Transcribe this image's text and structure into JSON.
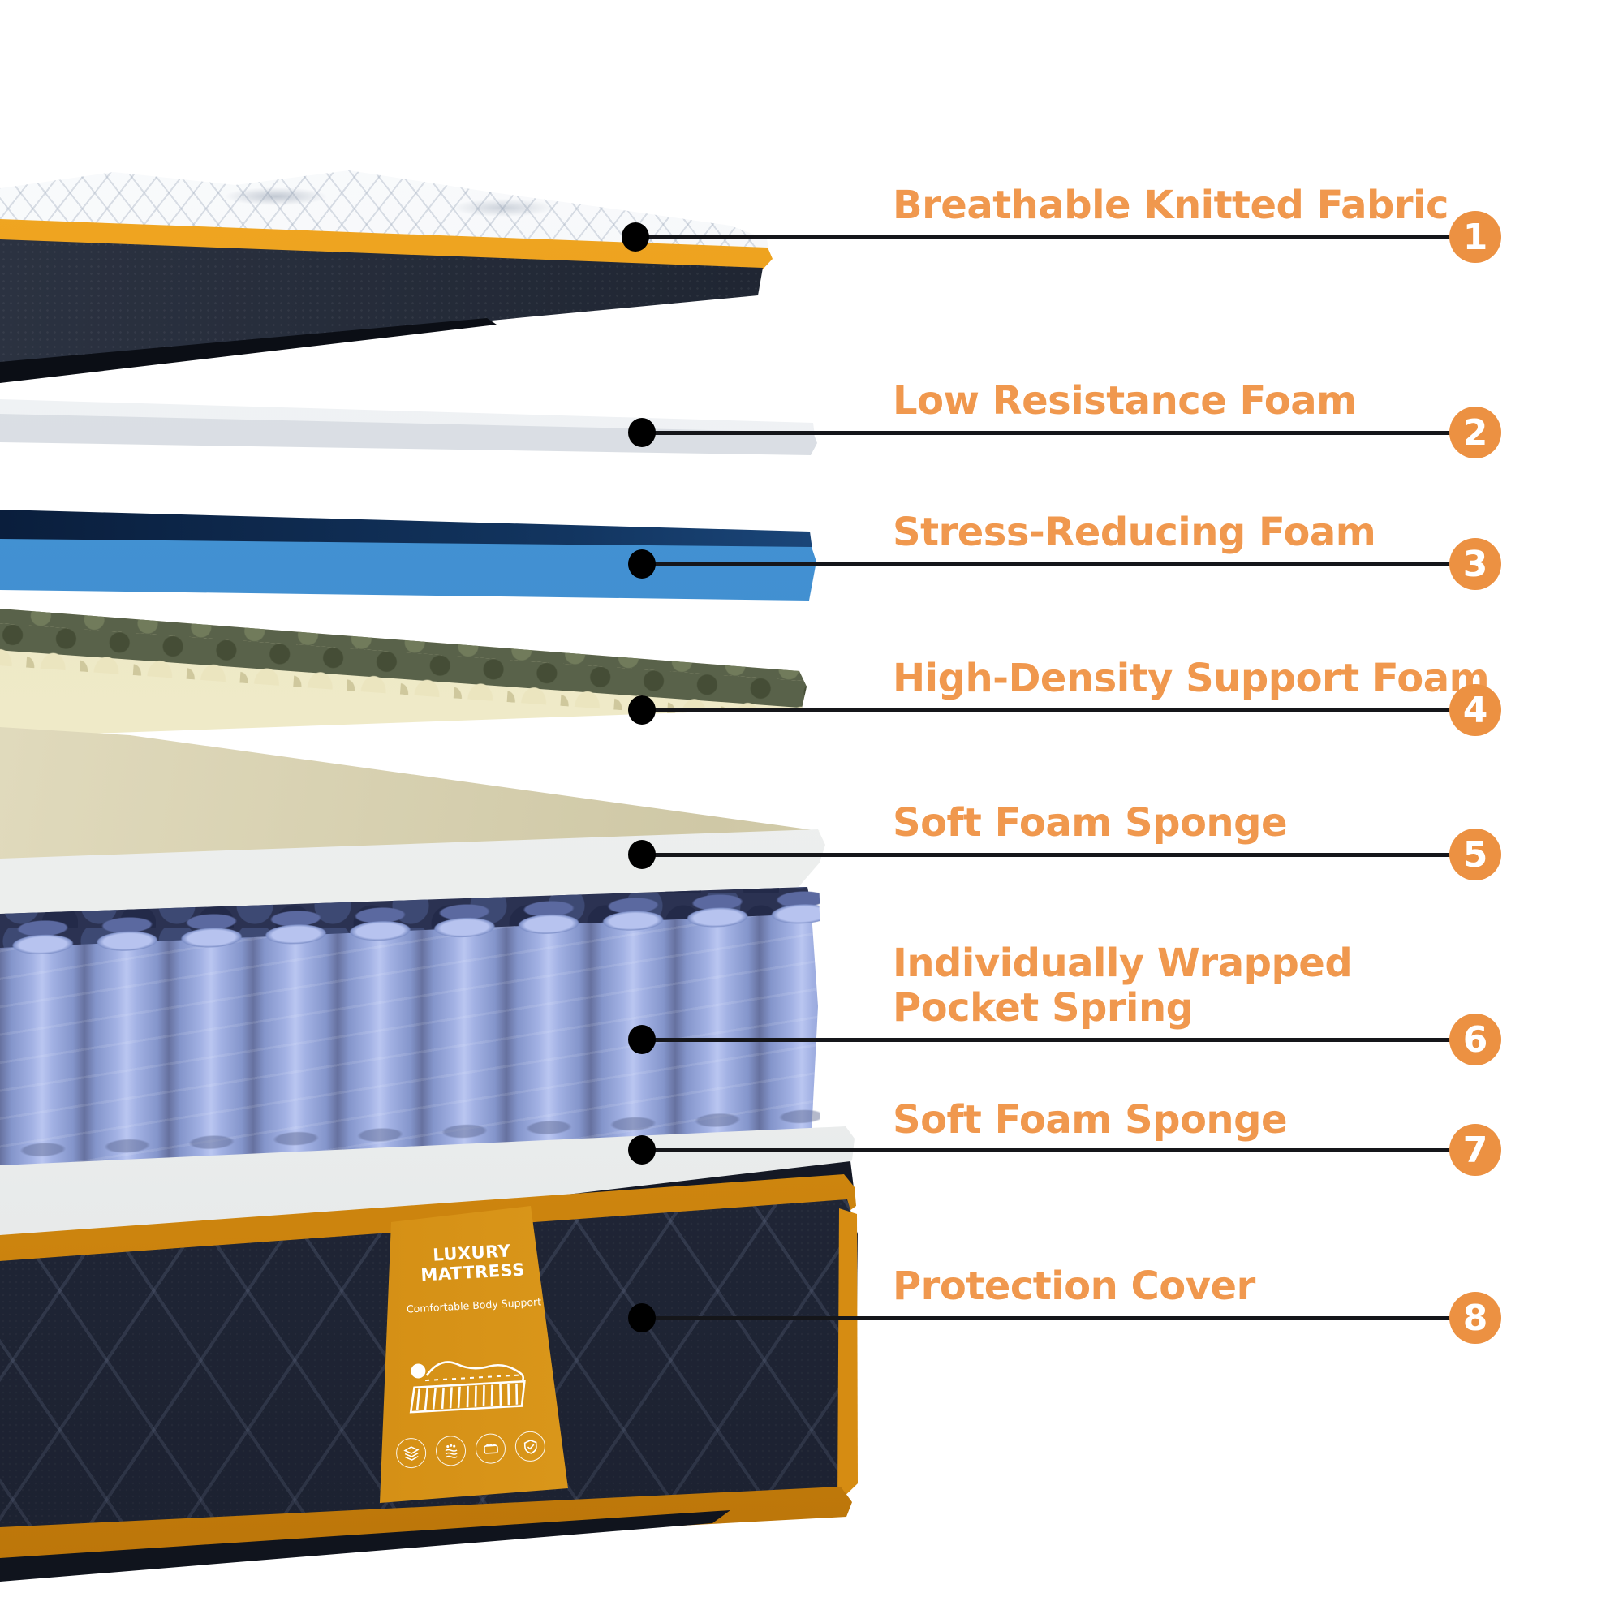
{
  "figure": {
    "type": "mattress-layers-exploded-diagram",
    "background": "#ffffff"
  },
  "accent_colors": {
    "label_orange": "#f0984e",
    "circle_orange": "#ec9142",
    "callout_line_black": "#15161a",
    "band_gold": "#d18b12",
    "cover_navy": "#2a3145",
    "foam_blue": "#3c8bcd",
    "spring_periwinkle": "#8495cb",
    "egg_crate_cream": "#efeac8",
    "piping_orange": "#e09110"
  },
  "callouts": [
    {
      "number": "1",
      "label": "Breathable Knitted Fabric"
    },
    {
      "number": "2",
      "label": "Low Resistance Foam"
    },
    {
      "number": "3",
      "label": "Stress-Reducing Foam"
    },
    {
      "number": "4",
      "label": "High-Density Support Foam"
    },
    {
      "number": "5",
      "label": "Soft Foam Sponge"
    },
    {
      "number": "6",
      "label": "Individually Wrapped",
      "label2": "Pocket Spring"
    },
    {
      "number": "7",
      "label": "Soft Foam Sponge"
    },
    {
      "number": "8",
      "label": "Protection Cover"
    }
  ],
  "layers_illustrated": [
    "breathable-knitted-fabric-top",
    "low-resistance-foam-slab",
    "stress-reducing-foam-slab",
    "high-density-egg-crate-foam",
    "soft-foam-sponge-slab",
    "pocket-spring-unit",
    "soft-foam-sponge-base",
    "protection-cover-box"
  ],
  "product_tag": {
    "title": "LUXURY MATTRESS",
    "subtitle": "Comfortable Body Support",
    "artwork": "sleeper-on-mattress-line-art",
    "icons": [
      "layers-icon",
      "breathability-waves-icon",
      "mattress-icon",
      "quality-check-icon"
    ]
  }
}
